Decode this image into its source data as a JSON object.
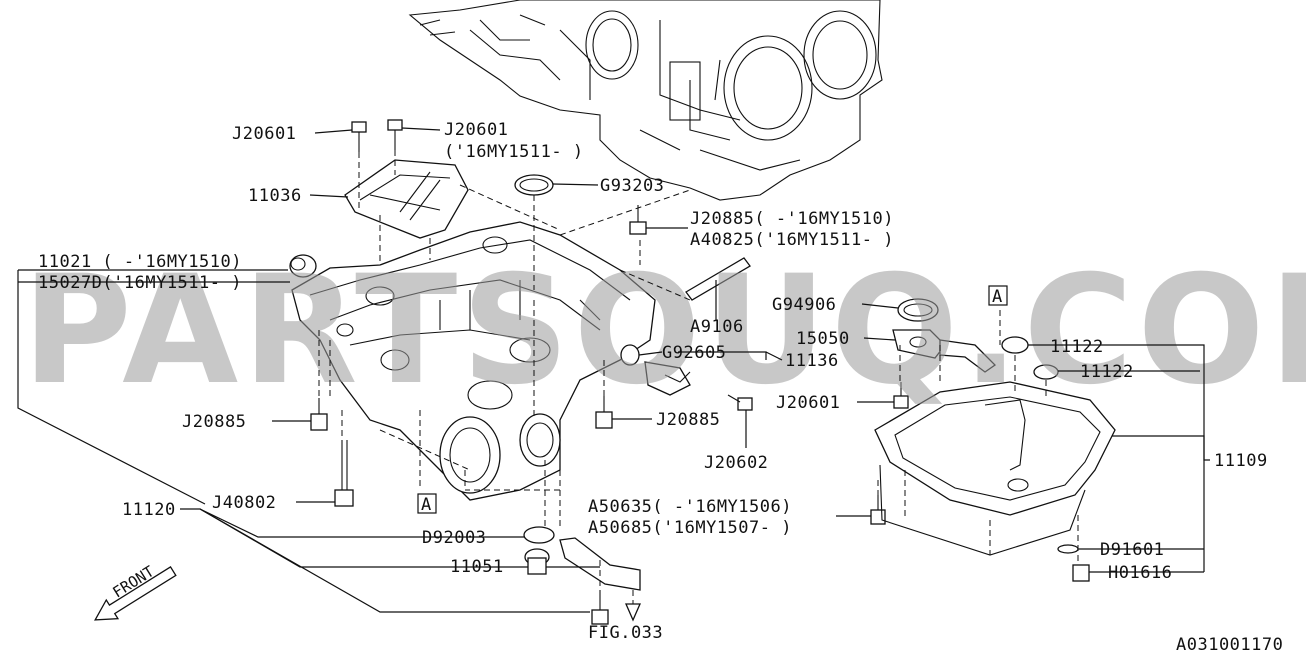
{
  "watermark": "PARTSOUQ.COM",
  "figure_id": "A031001170",
  "front_label": "FRONT",
  "box_refs": {
    "upper": "A",
    "lower": "A"
  },
  "labels": {
    "j20601_left": "J20601",
    "j20601_right": "J20601",
    "j20601_right_note": "('16MY1511- )",
    "p11036": "11036",
    "g93203": "G93203",
    "j20885_top": "J20885( -'16MY1510)",
    "a40825": "A40825('16MY1511- )",
    "p11021": "11021  ( -'16MY1510)",
    "p15027d": "15027D('16MY1511- )",
    "a9106": "A9106",
    "g94906": "G94906",
    "p15050": "15050",
    "g92605": "G92605",
    "p11136": "11136",
    "p11122_a": "11122",
    "p11122_b": "11122",
    "j20601_mid": "J20601",
    "j20885_left": "J20885",
    "j20885_mid": "J20885",
    "j20602": "J20602",
    "p11109": "11109",
    "j40802": "J40802",
    "p11120": "11120",
    "a50635": "A50635( -'16MY1506)",
    "a50685": "A50685('16MY1507- )",
    "d92003": "D92003",
    "d91601": "D91601",
    "p11051": "11051",
    "h01616": "H01616",
    "fig033": "FIG.033"
  }
}
